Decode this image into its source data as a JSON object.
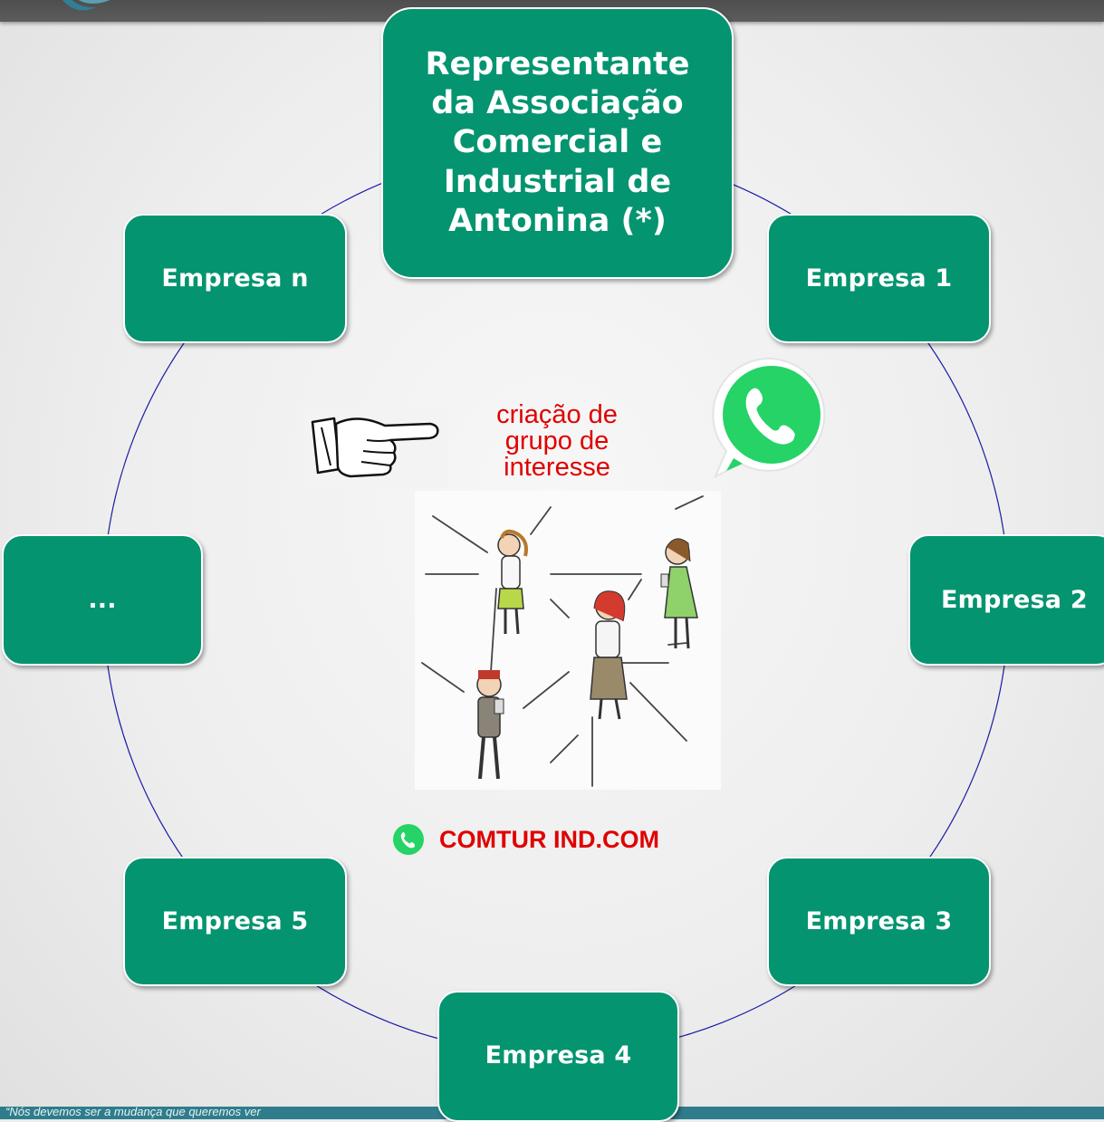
{
  "colors": {
    "node_fill": "#049470",
    "node_text": "#ffffff",
    "connector": "#1a1aa6",
    "annotation": "#e00000",
    "whatsapp": "#25d366",
    "top_bar": "#555555",
    "bottom_bar": "#2f7d8c"
  },
  "center_node": {
    "lines": [
      "Representante",
      "da Associação",
      "Comercial e",
      "Industrial de",
      "Antonina (*)"
    ]
  },
  "nodes": {
    "empresa_1": "Empresa 1",
    "empresa_2": "Empresa 2",
    "empresa_3": "Empresa 3",
    "empresa_4": "Empresa 4",
    "empresa_5": "Empresa 5",
    "ellipsis": "...",
    "empresa_n": "Empresa n"
  },
  "annotation": {
    "lines": [
      "criação de",
      "grupo de",
      "interesse"
    ]
  },
  "contact": {
    "icon": "whatsapp-icon",
    "text": "COMTUR IND.COM"
  },
  "footer": {
    "quote": "“Nós devemos ser a mudança que queremos ver"
  },
  "icons": {
    "pointing_hand": "pointing-hand-icon",
    "whatsapp_large": "whatsapp-icon",
    "people_group": "people-with-phones-illustration"
  }
}
